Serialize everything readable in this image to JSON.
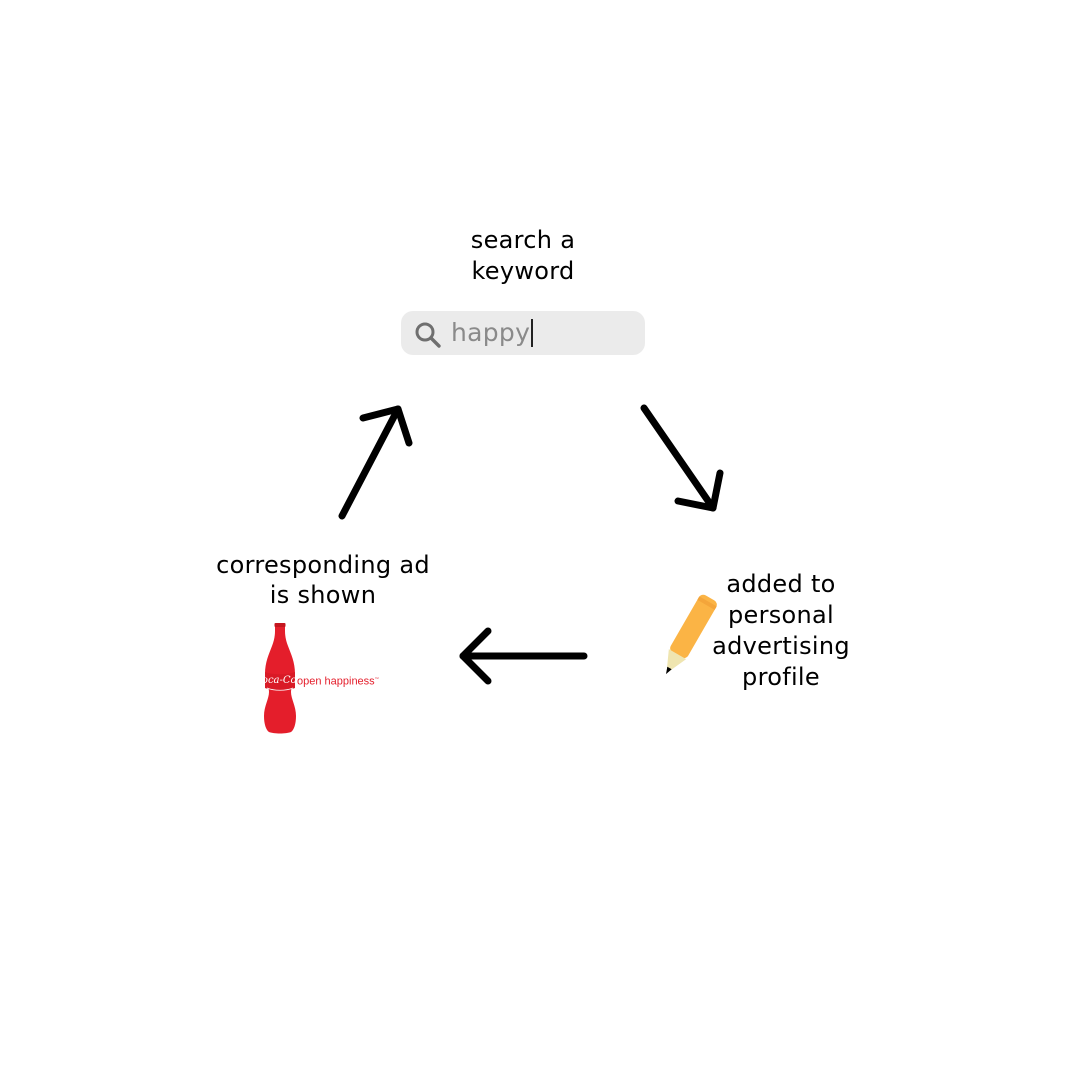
{
  "steps": {
    "search": {
      "label": "search a\nkeyword",
      "input_value": "happy",
      "icon": "search-icon"
    },
    "profile": {
      "label": "added to\npersonal\nadvertising\nprofile",
      "icon": "pencil-icon"
    },
    "ad": {
      "label": "corresponding ad\nis shown",
      "slogan": "open happiness",
      "brand": "Coca-Cola"
    }
  },
  "colors": {
    "arrow": "#000000",
    "search_box": "#ebebeb",
    "search_text": "#8a8a8a",
    "pencil_body": "#fbb445",
    "pencil_wood": "#efe5b0",
    "coke_red": "#e41e2b"
  }
}
